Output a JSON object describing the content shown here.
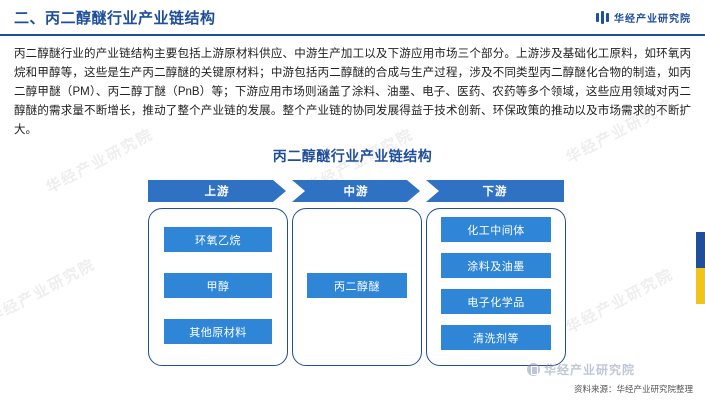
{
  "header": {
    "title": "二、丙二醇醚行业产业链结构",
    "brand": "华经产业研究院"
  },
  "intro": {
    "paragraph": "丙二醇醚行业的产业链结构主要包括上游原材料供应、中游生产加工以及下游应用市场三个部分。上游涉及基础化工原料，如环氧丙烷和甲醇等，这些是生产丙二醇醚的关键原材料；中游包括丙二醇醚的合成与生产过程，涉及不同类型丙二醇醚化合物的制造，如丙二醇甲醚（PM）、丙二醇丁醚（PnB）等；下游应用市场则涵盖了涂料、油墨、电子、医药、农药等多个领域，这些应用领域对丙二醇醚的需求量不断增长，推动了整个产业链的发展。整个产业链的协同发展得益于技术创新、环保政策的推动以及市场需求的不断扩大。"
  },
  "chart_data": {
    "type": "diagram",
    "title": "丙二醇醚行业产业链结构",
    "stages": [
      {
        "label": "上游",
        "items": [
          "环氧乙烷",
          "甲醇",
          "其他原材料"
        ]
      },
      {
        "label": "中游",
        "items": [
          "丙二醇醚"
        ]
      },
      {
        "label": "下游",
        "items": [
          "化工中间体",
          "涂料及油墨",
          "电子化学品",
          "清洗剂等"
        ]
      }
    ],
    "colors": {
      "banner": "#2f72c4",
      "cell": "#2f86d6",
      "outline": "#1f4e9c",
      "title": "#1f4e9c"
    }
  },
  "watermarks": {
    "text": "华经产业研究院"
  },
  "footer": {
    "source": "资料来源：华经产业研究院整理",
    "logo_text": "华经产业研究院"
  }
}
